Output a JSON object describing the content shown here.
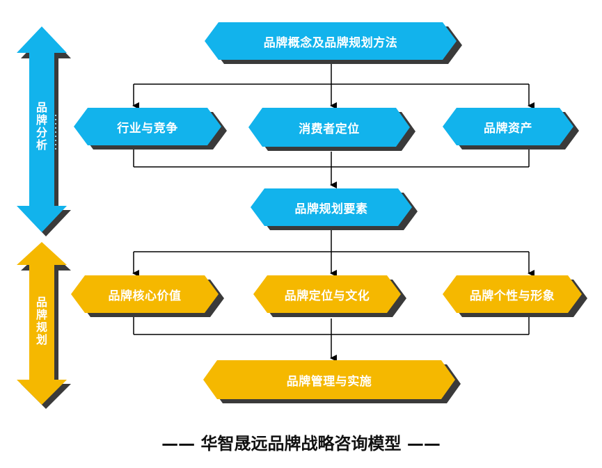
{
  "side": {
    "analysis_label": "品牌分析",
    "planning_label": "品牌规划"
  },
  "nodes": {
    "top": "品牌概念及品牌规划方法",
    "industry": "行业与竞争",
    "consumer": "消费者定位",
    "assets": "品牌资产",
    "elements": "品牌规划要素",
    "core_value": "品牌核心价值",
    "positioning_culture": "品牌定位与文化",
    "personality_image": "品牌个性与形象",
    "management": "品牌管理与实施"
  },
  "footer": "—— 华智晟远品牌战略咨询模型 ——",
  "colors": {
    "blue": "#12b3ec",
    "gold": "#f5b800",
    "shadow": "#3a3a3a",
    "line": "#000000"
  }
}
